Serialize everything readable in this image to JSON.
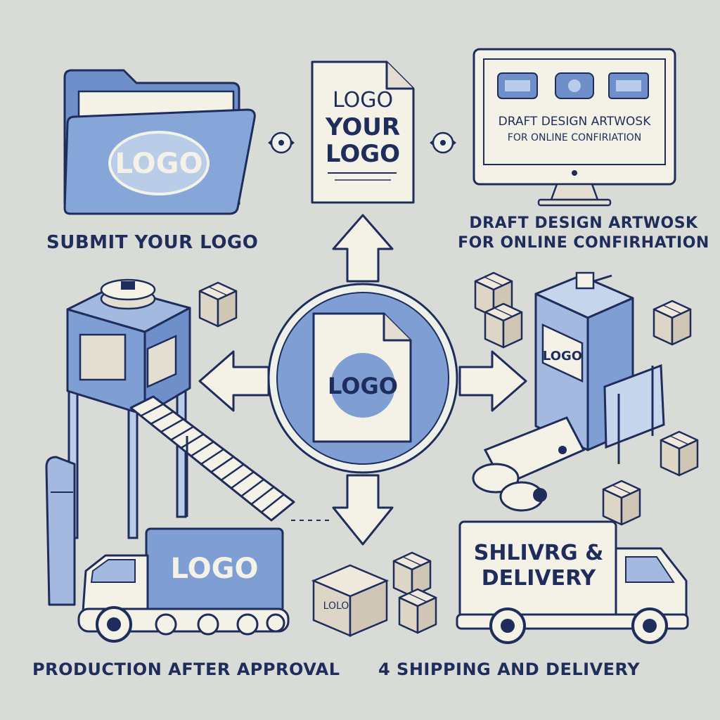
{
  "colors": {
    "background": "#d9dbd6",
    "outline": "#1f2d5c",
    "blue_fill": "#7f9fd4",
    "light_blue": "#b9cce8",
    "cream": "#f4f1e6",
    "box": "#e4ded2"
  },
  "steps": {
    "submit": {
      "folder_logo": "LOGO",
      "caption": "SUBMIT YOUR LOGO"
    },
    "document": {
      "line1": "LOGO",
      "line2": "YOUR",
      "line3": "LOGO"
    },
    "draft": {
      "monitor_line1": "DRAFT DESIGN ARTWOSK",
      "monitor_line2": "FOR ONLINE CONFIRIATION",
      "caption_line1": "DRAFT DESIGN ARTWOSK",
      "caption_line2": "FOR ONLINE CONFIRHATION"
    },
    "center": {
      "logo": "LOGO"
    },
    "production": {
      "truck_logo": "LOGO",
      "caption": "PRODUCTION AFTER APPROVAL"
    },
    "packing": {
      "machine_logo": "LOGO",
      "box_label": "LOLO"
    },
    "shipping": {
      "truck_line1": "SHLIVRG &",
      "truck_line2": "DELIVERY",
      "caption": "4 SHIPPING AND DELIVERY"
    }
  },
  "icons": {
    "folder": "folder-icon",
    "document": "document-icon",
    "monitor": "monitor-icon",
    "arrows": "arrow-icon",
    "factory": "factory-tower-icon",
    "machine": "packaging-machine-icon",
    "truck": "truck-icon",
    "box": "box-icon"
  }
}
